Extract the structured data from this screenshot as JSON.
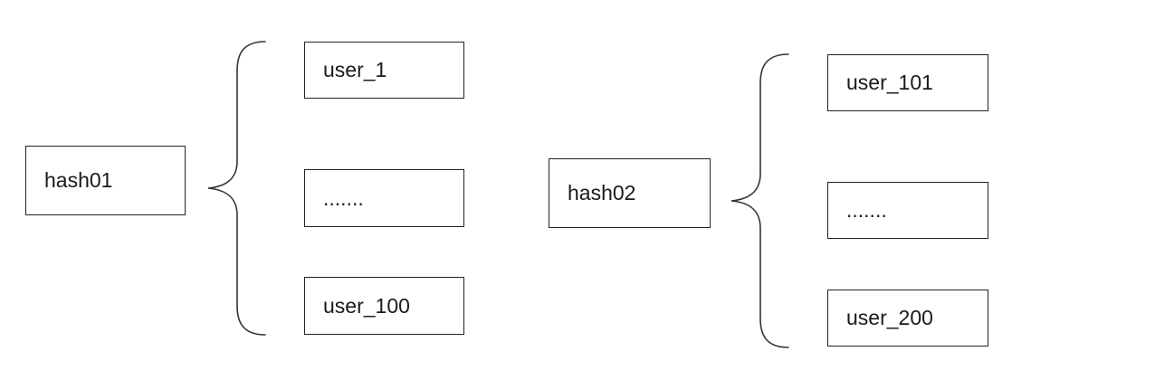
{
  "groups": [
    {
      "hash": "hash01",
      "items": [
        "user_1",
        ".......",
        "user_100"
      ]
    },
    {
      "hash": "hash02",
      "items": [
        "user_101",
        ".......",
        "user_200"
      ]
    }
  ]
}
